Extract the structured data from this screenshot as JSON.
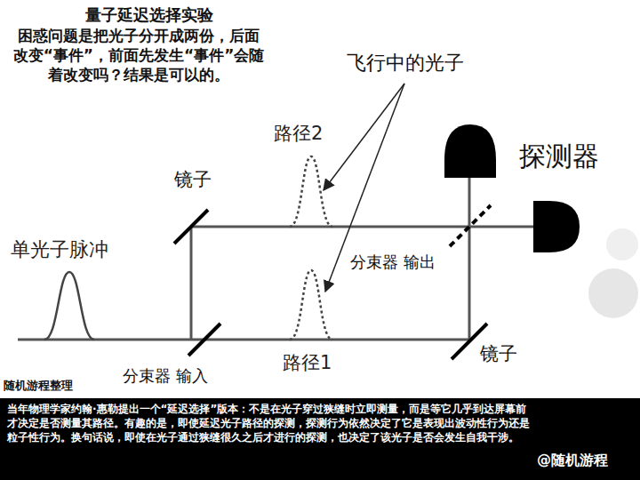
{
  "diagram": {
    "title": "量子延迟选择实验",
    "caption": "当年物理学家约翰·惠勒提出一个“延迟选择”版本：不是在光子穿过狭缝时立即测量，而是等它几乎到达屏幕前才决定是否测量其路径。有趣的是，即使延迟光子路径的探测，探测行为依然决定了它是表现出波动性行为还是粒子性行为。换句话说，即使在光子通过狭缝很久之后才进行的探测，也决定了该光子是否会发生自我干涉。",
    "labels": [
      "困惑问题是把光子分开成两份，后面改变“事件”，前面先发生“事件”会随着改变吗？结果是可以的。",
      "飞行中的光子",
      "路径2",
      "镜子",
      "探测器",
      "单光子脉冲",
      "分束器 输出",
      "路径1",
      "镜子",
      "分束器 输入",
      "随机游程整理",
      "@随机游程"
    ]
  }
}
